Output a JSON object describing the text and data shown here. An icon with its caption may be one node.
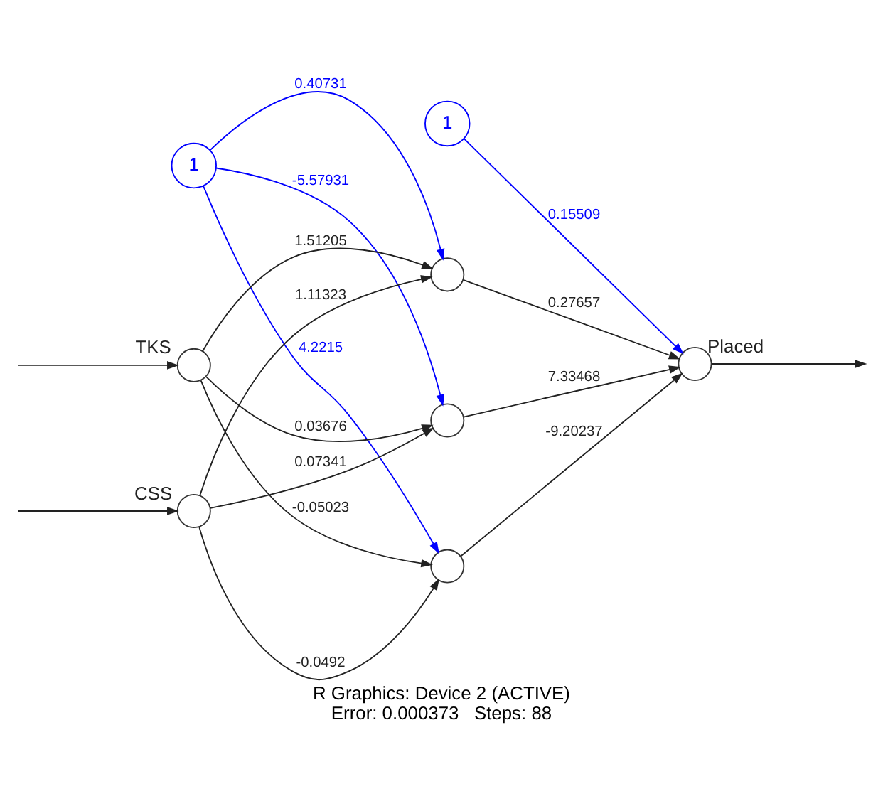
{
  "diagram": {
    "title": "R Graphics: Device 2 (ACTIVE)",
    "caption": "Error: 0.000373   Steps: 88",
    "nodes": [
      {
        "text": [
          "1"
        ]
      },
      {
        "text": [
          "1"
        ]
      },
      {
        "text": [],
        "shape": "circle",
        "beside": [
          "TKS"
        ]
      },
      {
        "text": [],
        "shape": "circle",
        "beside": [
          "CSS"
        ]
      },
      {
        "text": [],
        "shape": "circle"
      },
      {
        "text": [],
        "shape": "circle"
      },
      {
        "text": [],
        "shape": "circle"
      },
      {
        "text": [],
        "shape": "circle",
        "beside": [
          "Placed"
        ]
      }
    ],
    "edges": [
      {
        "from": null,
        "to": 2,
        "arrow": "to"
      },
      {
        "from": null,
        "to": 3,
        "arrow": "to"
      },
      {
        "from": 2,
        "to": 4,
        "arrow": "to",
        "label": "1.51205"
      },
      {
        "from": 2,
        "to": 5,
        "arrow": "to",
        "label": "0.03676"
      },
      {
        "from": 2,
        "to": 6,
        "arrow": "to",
        "label": "-0.05023"
      },
      {
        "from": 3,
        "to": 4,
        "arrow": "to",
        "label": "1.11323"
      },
      {
        "from": 3,
        "to": 5,
        "arrow": "to",
        "label": "0.07341"
      },
      {
        "from": 3,
        "to": 6,
        "arrow": "to",
        "label": "-0.0492"
      },
      {
        "from": 0,
        "to": 4,
        "arrow": "to",
        "label": "0.40731",
        "color": "#0000ff"
      },
      {
        "from": 0,
        "to": 5,
        "arrow": "to",
        "label": "-5.57931",
        "color": "#0000ff"
      },
      {
        "from": 0,
        "to": 6,
        "arrow": "to",
        "label": "4.2215",
        "color": "#0000ff"
      },
      {
        "from": 4,
        "to": 7,
        "arrow": "to",
        "label": "0.27657"
      },
      {
        "from": 5,
        "to": 7,
        "arrow": "to",
        "label": "7.33468"
      },
      {
        "from": 6,
        "to": 7,
        "arrow": "to",
        "label": "-9.20237"
      },
      {
        "from": 1,
        "to": 7,
        "arrow": "to",
        "label": "0.15509",
        "color": "#0000ff"
      },
      {
        "from": 7,
        "to": null,
        "arrow": "to"
      }
    ]
  }
}
